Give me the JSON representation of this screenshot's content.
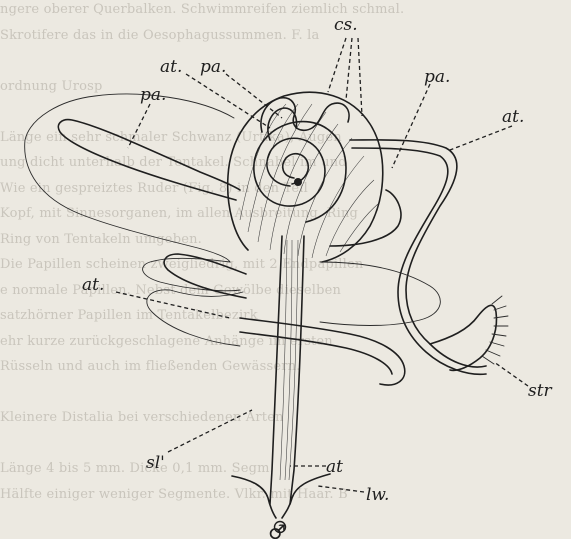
{
  "background_text": [
    "ngere oberer Querbalken. Schwimmreifen ziemlich schmal.",
    "Skrotifere das in die Oesophagussummen. F. la",
    "",
    "ordnung Urosp",
    "",
    "Länge ein sehr schmaler Schwanz (Urtika), Augen",
    "ung dicht unterhalb der Tentakel. Schnabel im und",
    "Wie ein gespreiztes Ruder (Fig. 8) in den Teil",
    "Kopf, mit Sinnesorganen, im allen Ausbreitung. Ring",
    "Ring von Tentakeln umgeben.",
    "Die Papillen scheinen zweigliedrig, mit 2 Endpapillen",
    "e normale Papillen. Nebst dem Gewölbe dieselben",
    "satzhörner Papillen im Tentakelbezirk",
    "ehr kurze zurückgeschlagene Anhänge im ersten",
    "Rüsseln und auch im fließenden Gewässern.",
    "",
    "Kleinere Distalia bei verschiedenen Arten",
    "",
    "Länge 4 bis 5 mm. Dicke 0,1 mm. Segm.",
    "Hälfte einiger weniger Segmente. Vlkr. mit Haar. B"
  ],
  "labels": {
    "cs": "cs.",
    "at_top": "at.",
    "pa_top": "pa.",
    "pa_left": "pa.",
    "pa_right": "pa.",
    "at_right": "at.",
    "at_left": "at.",
    "str": "str",
    "sl": "sl'",
    "at_bottom": "at",
    "lw": "lw.",
    "male_symbol": "♂"
  },
  "colors": {
    "paper": "#ece9e1",
    "ink": "#1e1e1e",
    "faded_text": "#c9c5bc"
  }
}
